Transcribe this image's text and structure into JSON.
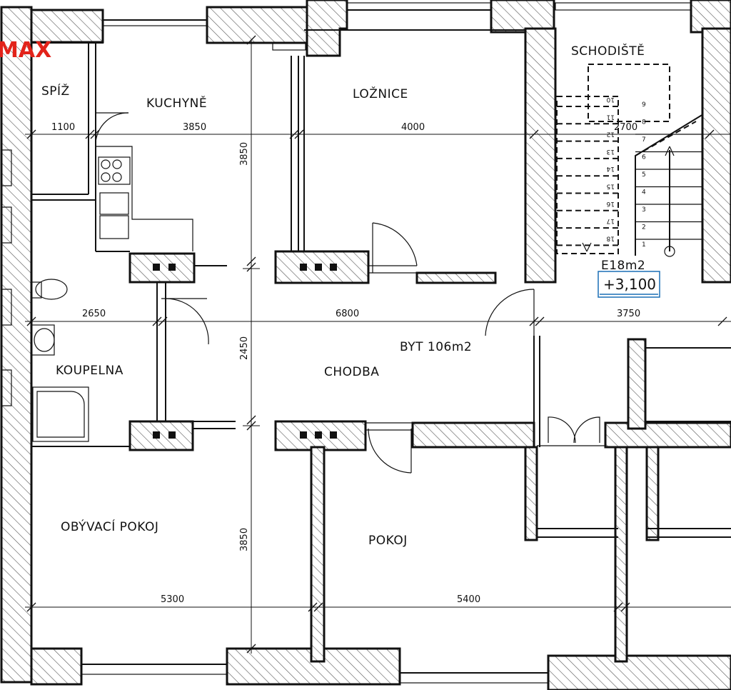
{
  "brand": {
    "logo_text": "MAX",
    "logo_color": "#e2231a"
  },
  "rooms": {
    "spiz": "SPÍŽ",
    "kuchyne": "KUCHYNĚ",
    "loznice": "LOŽNICE",
    "schodiste": "SCHODIŠTĚ",
    "koupelna": "KOUPELNA",
    "chodba": "CHODBA",
    "byt": "BYT 106m2",
    "obyvaci": "OBÝVACÍ POKOJ",
    "pokoj": "POKOJ"
  },
  "stair_area": "E18m2",
  "level_marker": {
    "text": "+3,100",
    "color": "#1a6fb5"
  },
  "dimensions": {
    "spiz_width": "1100",
    "kuchyne_width": "3850",
    "loznice_width": "4000",
    "stair_width": "2700",
    "koupelna_width": "2650",
    "chodba_width": "6800",
    "east_width": "3750",
    "obyvaci_width": "5300",
    "pokoj_width": "5400",
    "depth_top": "3850",
    "depth_middle": "2450",
    "depth_bottom": "3850"
  },
  "stair_steps_lower": [
    "1",
    "2",
    "3",
    "4",
    "5",
    "6",
    "7",
    "8",
    "9"
  ],
  "stair_steps_upper": [
    "10",
    "11",
    "12",
    "13",
    "14",
    "15",
    "16",
    "17",
    "18"
  ]
}
